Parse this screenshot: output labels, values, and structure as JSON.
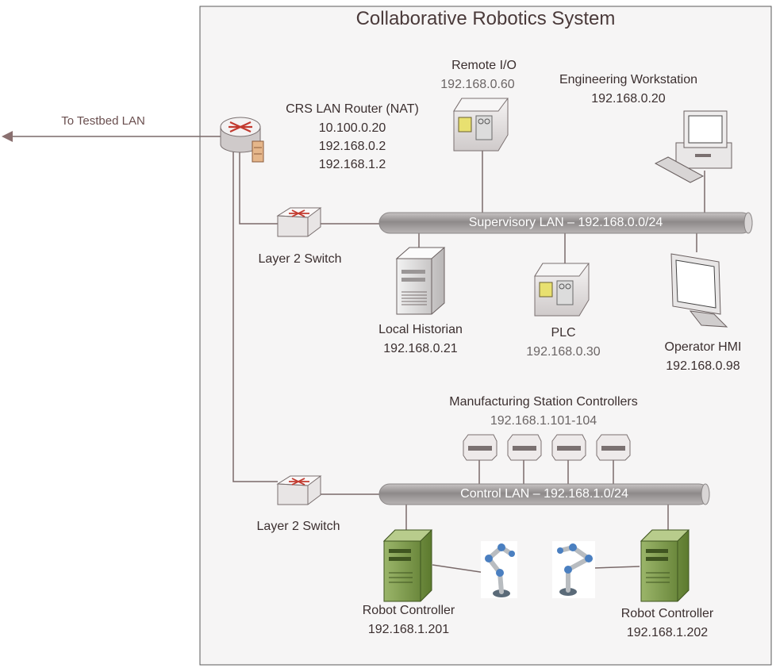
{
  "title": "Collaborative Robotics System",
  "external_link": "To Testbed LAN",
  "router": {
    "name": "CRS LAN Router (NAT)",
    "ips": [
      "10.100.0.20",
      "192.168.0.2",
      "192.168.1.2"
    ]
  },
  "switch_top": {
    "name": "Layer 2 Switch"
  },
  "switch_bottom": {
    "name": "Layer 2 Switch"
  },
  "supervisory_lan": {
    "label": "Supervisory LAN – 192.168.0.0/24"
  },
  "control_lan": {
    "label": "Control LAN – 192.168.1.0/24"
  },
  "remote_io": {
    "name": "Remote I/O",
    "ip": "192.168.0.60"
  },
  "engineering_workstation": {
    "name": "Engineering Workstation",
    "ip": "192.168.0.20"
  },
  "local_historian": {
    "name": "Local Historian",
    "ip": "192.168.0.21"
  },
  "plc": {
    "name": "PLC",
    "ip": "192.168.0.30"
  },
  "operator_hmi": {
    "name": "Operator HMI",
    "ip": "192.168.0.98"
  },
  "msc": {
    "name": "Manufacturing Station Controllers",
    "ip": "192.168.1.101-104"
  },
  "robot_controller_1": {
    "name": "Robot Controller",
    "ip": "192.168.1.201"
  },
  "robot_controller_2": {
    "name": "Robot Controller",
    "ip": "192.168.1.202"
  },
  "colors": {
    "bus": "#9a9696",
    "line": "#7a6a6a",
    "arrow": "#8a7070",
    "accent_red": "#c23a2f",
    "server_green": "#6e8c3e",
    "plc_yellow": "#e8e070"
  }
}
